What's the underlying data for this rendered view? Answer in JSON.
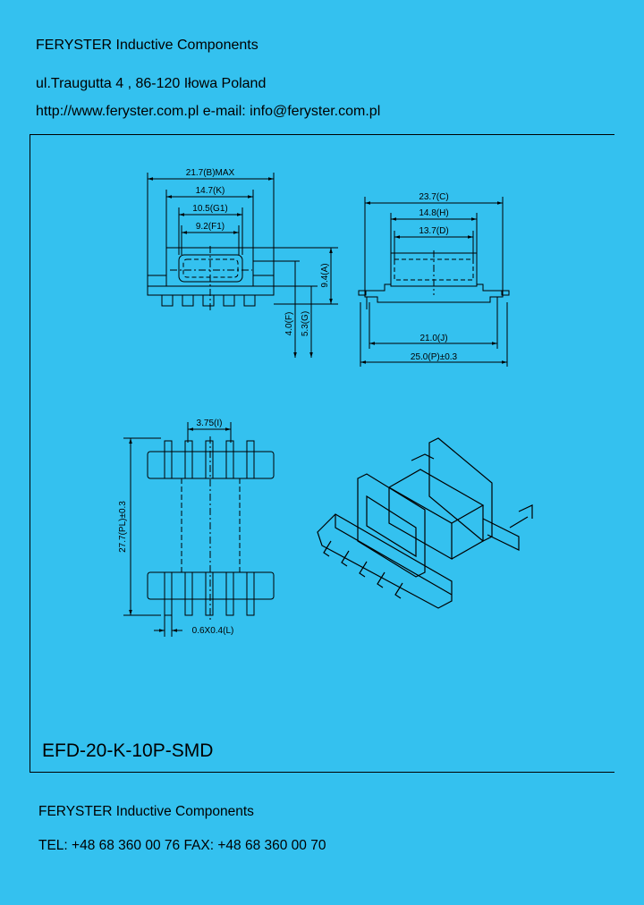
{
  "header": {
    "company": "FERYSTER Inductive Components",
    "address": "ul.Traugutta 4 , 86-120 Iłowa  Poland",
    "web": "http://www.feryster.com.pl  e-mail: info@feryster.com.pl"
  },
  "drawing": {
    "front_view": {
      "dim_b": "21.7(B)MAX",
      "dim_k": "14.7(K)",
      "dim_g1": "10.5(G1)",
      "dim_f1": "9.2(F1)",
      "dim_a": "9.4(A)",
      "dim_f": "4.0(F)",
      "dim_g": "5.3(G)"
    },
    "side_view": {
      "dim_c": "23.7(C)",
      "dim_h": "14.8(H)",
      "dim_d": "13.7(D)",
      "dim_j": "21.0(J)",
      "dim_p": "25.0(P)±0.3"
    },
    "bottom_view": {
      "dim_i": "3.75(I)",
      "dim_pl": "27.7(PL)±0.3",
      "dim_l": "0.6X0.4(L)"
    }
  },
  "part_number": "EFD-20-K-10P-SMD",
  "footer": {
    "company": "FERYSTER Inductive Components",
    "contact": "TEL: +48 68 360 00 76 FAX: +48 68 360 00 70"
  }
}
